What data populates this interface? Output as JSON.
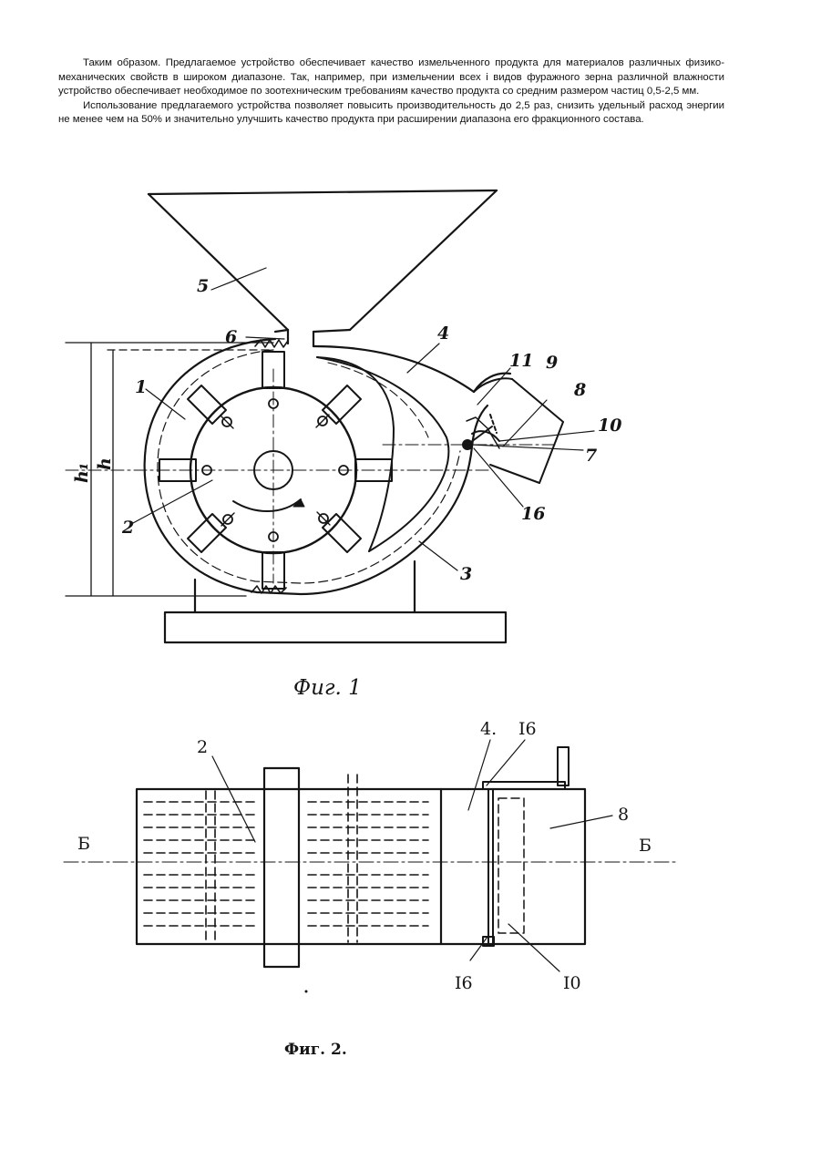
{
  "text": {
    "paragraph_1": "Таким образом. Предлагаемое устройство обеспечивает качество измельченного продукта для материалов различных физико-механических свойств в широком диапазоне. Так, например, при измельчении всех і видов фуражного зерна различной влажности устройство обеспечивает необходимое по зоотехническим требованиям качество продукта со средним размером частиц 0,5-2,5 мм.",
    "paragraph_2": "Использование предлагаемого устройства позволяет повысить производительность до 2,5 раз, снизить удельный расход энергии не менее чем на 50% и значительно улучшить качество продукта при расширении диапазона его фракционного состава."
  },
  "figure1": {
    "caption": "Фиг. 1",
    "labels": {
      "l5": "5",
      "l6": "6",
      "l4": "4",
      "l11": "11",
      "l9": "9",
      "l8": "8",
      "l10": "10",
      "l7": "7",
      "l1": "1",
      "l2": "2",
      "l16": "16",
      "l3": "3",
      "h1": "h₁",
      "h": "h"
    }
  },
  "figure2": {
    "caption": "Фиг. 2.",
    "labels": {
      "l2": "2",
      "l4": "4.",
      "l16_top": "I6",
      "l8": "8",
      "section_left": "Б",
      "section_right": "Б",
      "l16_bottom": "I6",
      "l10": "I0"
    }
  }
}
